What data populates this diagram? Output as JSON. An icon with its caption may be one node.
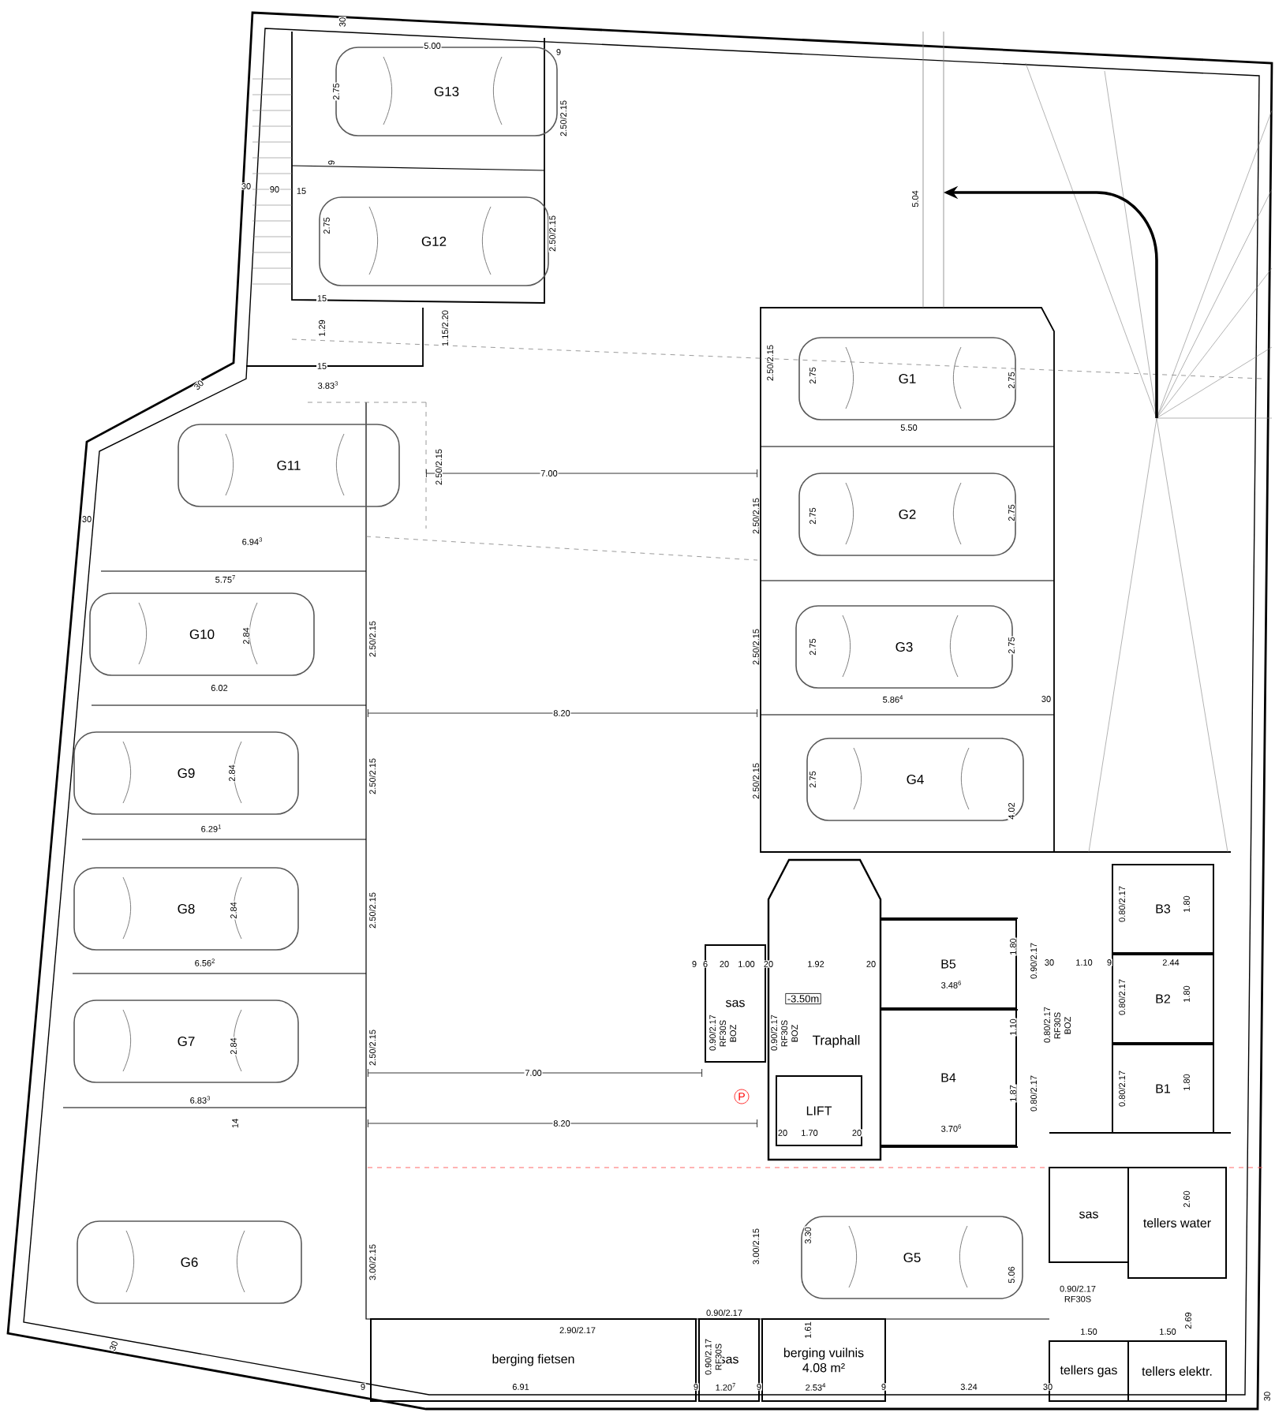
{
  "diagram": {
    "nodes": [
      {
        "text": [
          "G13"
        ],
        "beside": [
          "2.50/2.15"
        ]
      },
      {
        "text": [
          "G12"
        ],
        "beside": [
          "2.50/2.15"
        ]
      },
      {
        "text": [
          "G11"
        ]
      },
      {
        "text": [
          "G1"
        ],
        "beside": [
          "2.50/2.15"
        ]
      },
      {
        "text": [
          "G2"
        ]
      },
      {
        "text": [
          "G3"
        ],
        "beside": [
          "5.86$^{4}$"
        ]
      },
      {
        "text": [
          "G4"
        ]
      },
      {
        "text": [
          "G10"
        ],
        "beside": [
          "5.75$^{7}$"
        ]
      },
      {
        "text": [
          "G9"
        ],
        "beside": [
          "6.29$^{1}$"
        ]
      },
      {
        "text": [
          "G8"
        ],
        "beside": [
          "6.56$^{2}$"
        ]
      },
      {
        "text": [
          "G7"
        ],
        "beside": [
          "6.83$^{3}$"
        ]
      },
      {
        "text": [
          "G6"
        ]
      },
      {
        "text": [
          "G5"
        ]
      },
      {
        "text": [
          "B5"
        ]
      },
      {
        "text": [
          "B4"
        ]
      },
      {
        "text": [
          "B3"
        ]
      },
      {
        "text": [
          "B2"
        ]
      },
      {
        "text": [
          "B1"
        ]
      },
      {
        "text": [
          "sas"
        ]
      },
      {
        "text": [
          "Traphall"
        ]
      },
      {
        "text": [
          "LIFT"
        ]
      },
      {
        "text": [
          "sas"
        ]
      },
      {
        "text": [
          "tellers water"
        ]
      },
      {
        "text": [
          "tellers gas"
        ]
      },
      {
        "text": [
          "tellers elektr."
        ]
      },
      {
        "text": [
          "berging fietsen"
        ]
      },
      {
        "text": [
          "sas"
        ]
      },
      {
        "text": [
          "berging vuilnis",
          "4.08 m²"
        ]
      }
    ],
    "labels": [
      "30",
      "5.00",
      "9",
      "2.75",
      "9",
      "30",
      "90",
      "15",
      "5.04",
      "2.75",
      "15",
      "1.29",
      "1.15/2.20",
      "15",
      "30",
      "3.83$^{3}$",
      "2.75",
      "2.75",
      "5.50",
      "2.50/2.15",
      "7.00",
      "30",
      "2.50/2.15",
      "2.75",
      "2.75",
      "6.94$^{3}$",
      "2.84",
      "2.50/2.15",
      "2.50/2.15",
      "2.75",
      "2.75",
      "6.02",
      "30",
      "8.20",
      "2.84",
      "2.50/2.15",
      "2.50/2.15",
      "2.75",
      "4.02",
      "2.84",
      "2.50/2.15",
      "0.80/2.17",
      "1.80",
      "9",
      "6",
      "20",
      "1.00",
      "20",
      "1.92",
      "20",
      "1.80",
      "0.90/2.17",
      "30",
      "1.10",
      "9",
      "2.44",
      "-3.50m",
      "3.48$^{6}$",
      "0.80/2.17",
      "1.80",
      "2.84",
      "2.50/2.15",
      "0.90/2.17 RF30S BOZ",
      "0.90/2.17 RF30S BOZ",
      "1.10",
      "0.80/2.17 RF30S BOZ",
      "7.00",
      "P",
      "1.87",
      "0.80/2.17",
      "0.80/2.17",
      "1.80",
      "14",
      "8.20",
      "20",
      "1.70",
      "20",
      "3.70$^{6}$",
      "2.60",
      "3.00/2.15",
      "3.00/2.15",
      "3.30",
      "5.06",
      "0.90/2.17",
      "0.90/2.17 RF30S",
      "2.90/2.17",
      "1.61",
      "1.50",
      "1.50",
      "2.69",
      "30",
      "0.90/2.17 RF30S",
      "9",
      "6.91",
      "9",
      "1.20$^{7}$",
      "9",
      "2.53$^{4}$",
      "9",
      "3.24",
      "30",
      "30"
    ]
  }
}
